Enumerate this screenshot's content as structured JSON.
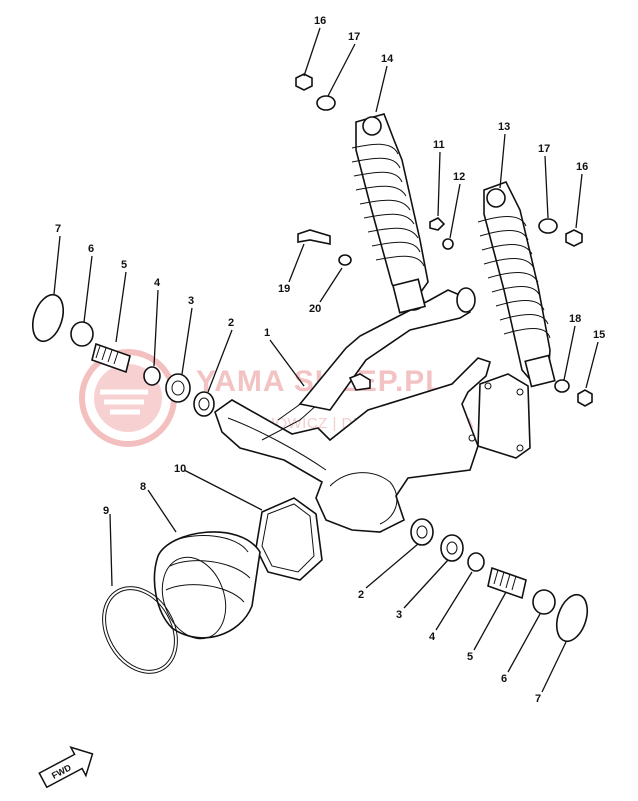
{
  "watermark": {
    "brand": "YAMA SKLEP.PL",
    "subtitle": "JOACHOWICZ | DEALER YAMAHA"
  },
  "fwd_label": "FWD",
  "callouts": [
    {
      "id": "c16a",
      "text": "16"
    },
    {
      "id": "c17a",
      "text": "17"
    },
    {
      "id": "c14",
      "text": "14"
    },
    {
      "id": "c13",
      "text": "13"
    },
    {
      "id": "c17b",
      "text": "17"
    },
    {
      "id": "c16b",
      "text": "16"
    },
    {
      "id": "c11",
      "text": "11"
    },
    {
      "id": "c12",
      "text": "12"
    },
    {
      "id": "c19",
      "text": "19"
    },
    {
      "id": "c20",
      "text": "20"
    },
    {
      "id": "c7a",
      "text": "7"
    },
    {
      "id": "c6a",
      "text": "6"
    },
    {
      "id": "c5a",
      "text": "5"
    },
    {
      "id": "c4a",
      "text": "4"
    },
    {
      "id": "c3a",
      "text": "3"
    },
    {
      "id": "c2a",
      "text": "2"
    },
    {
      "id": "c1",
      "text": "1"
    },
    {
      "id": "c18",
      "text": "18"
    },
    {
      "id": "c15",
      "text": "15"
    },
    {
      "id": "c10",
      "text": "10"
    },
    {
      "id": "c8",
      "text": "8"
    },
    {
      "id": "c9",
      "text": "9"
    },
    {
      "id": "c2b",
      "text": "2"
    },
    {
      "id": "c3b",
      "text": "3"
    },
    {
      "id": "c4b",
      "text": "4"
    },
    {
      "id": "c5b",
      "text": "5"
    },
    {
      "id": "c6b",
      "text": "6"
    },
    {
      "id": "c7b",
      "text": "7"
    }
  ]
}
